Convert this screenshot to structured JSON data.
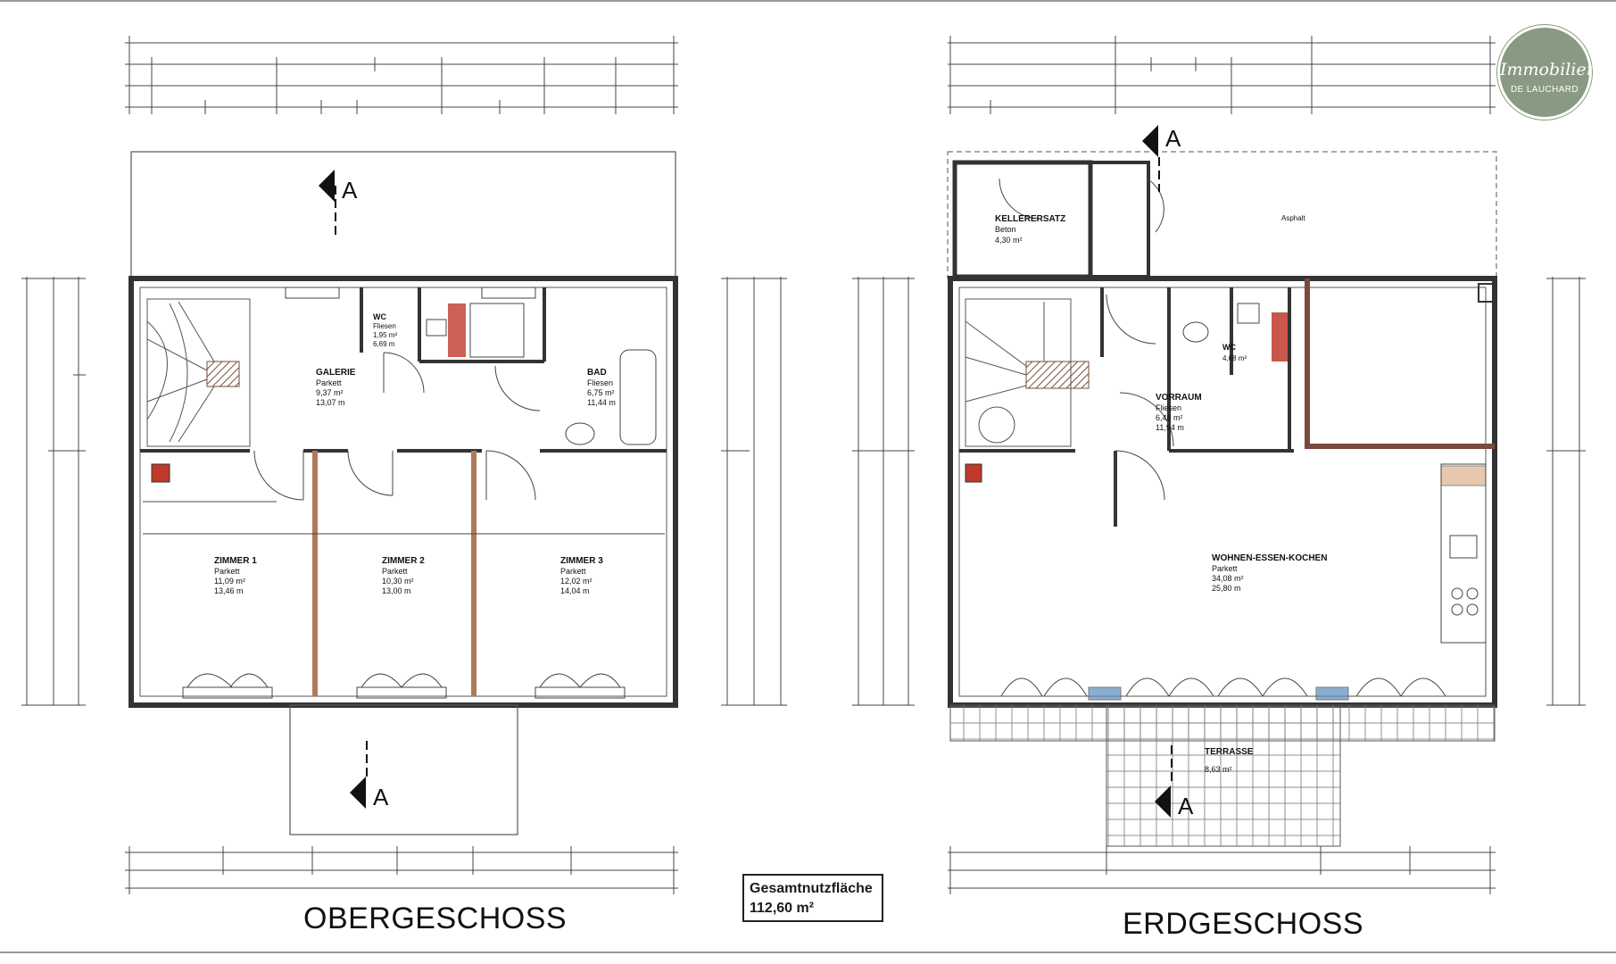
{
  "plans": {
    "upper": {
      "title": "OBERGESCHOSS",
      "rooms": [
        {
          "name": "GALERIE",
          "floor": "Parkett",
          "area": "9,37 m²",
          "perimeter": "13,07 m"
        },
        {
          "name": "BAD",
          "floor": "Fliesen",
          "area": "6,75 m²",
          "perimeter": "11,44 m"
        },
        {
          "name": "WC",
          "floor": "Fliesen",
          "area": "1,95 m²",
          "perimeter": "6,69 m"
        },
        {
          "name": "ZIMMER 1",
          "floor": "Parkett",
          "area": "11,09 m²",
          "perimeter": "13,46 m"
        },
        {
          "name": "ZIMMER 2",
          "floor": "Parkett",
          "area": "10,30 m²",
          "perimeter": "13,00 m"
        },
        {
          "name": "ZIMMER 3",
          "floor": "Parkett",
          "area": "12,02 m²",
          "perimeter": "14,04 m"
        }
      ]
    },
    "ground": {
      "title": "ERDGESCHOSS",
      "rooms": [
        {
          "name": "KELLERERSATZ",
          "floor": "Beton",
          "area": "4,30 m²"
        },
        {
          "name": "VORRAUM",
          "floor": "Fliesen",
          "area": "6,48 m²",
          "perimeter": "11,94 m"
        },
        {
          "name": "WOHNEN-ESSEN-KOCHEN",
          "floor": "Parkett",
          "area": "34,08 m²",
          "perimeter": "25,80 m"
        },
        {
          "name": "TERRASSE",
          "floor": "",
          "area": "8,63 m²"
        },
        {
          "name": "WC",
          "floor": "",
          "area": "4,68 m²"
        }
      ],
      "notes": [
        "Asphalt"
      ]
    }
  },
  "section_marker": "A",
  "total_area": {
    "label": "Gesamtnutzfläche",
    "value": "112,60 m²"
  },
  "logo": {
    "line1": "Immobilien",
    "line2": "DE LAUCHARD"
  },
  "colors": {
    "logo_bg": "#8a9a82",
    "wall": "#3a3a3a",
    "hatch": "#b05a3c",
    "accent_red": "#c0392b",
    "accent_blue": "#2f6fb0"
  }
}
